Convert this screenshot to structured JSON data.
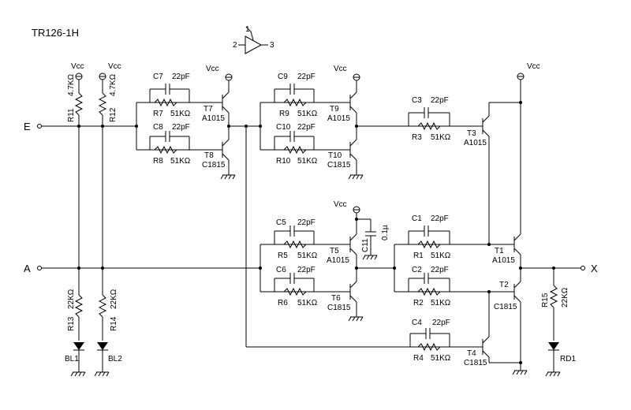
{
  "title": "TR126-1H",
  "symbol_pins": [
    "1",
    "2",
    "3"
  ],
  "ports": {
    "e": "E",
    "a": "A",
    "x": "X"
  },
  "vcc": "Vcc",
  "resistors": {
    "r11": {
      "name": "R11",
      "value": "4.7KΩ"
    },
    "r12": {
      "name": "R12",
      "value": "4.7KΩ"
    },
    "r13": {
      "name": "R13",
      "value": "22KΩ"
    },
    "r14": {
      "name": "R14",
      "value": "22KΩ"
    },
    "r7": {
      "name": "R7",
      "value": "51KΩ"
    },
    "r8": {
      "name": "R8",
      "value": "51KΩ"
    },
    "r9": {
      "name": "R9",
      "value": "51KΩ"
    },
    "r10": {
      "name": "R10",
      "value": "51KΩ"
    },
    "r3": {
      "name": "R3",
      "value": "51KΩ"
    },
    "r5": {
      "name": "R5",
      "value": "51KΩ"
    },
    "r6": {
      "name": "R6",
      "value": "51KΩ"
    },
    "r1": {
      "name": "R1",
      "value": "51KΩ"
    },
    "r2": {
      "name": "R2",
      "value": "51KΩ"
    },
    "r4": {
      "name": "R4",
      "value": "51KΩ"
    },
    "r15": {
      "name": "R15",
      "value": "22KΩ"
    }
  },
  "capacitors": {
    "c7": {
      "name": "C7",
      "value": "22pF"
    },
    "c8": {
      "name": "C8",
      "value": "22pF"
    },
    "c9": {
      "name": "C9",
      "value": "22pF"
    },
    "c10": {
      "name": "C10",
      "value": "22pF"
    },
    "c3": {
      "name": "C3",
      "value": "22pF"
    },
    "c5": {
      "name": "C5",
      "value": "22pF"
    },
    "c6": {
      "name": "C6",
      "value": "22pF"
    },
    "c1": {
      "name": "C1",
      "value": "22pF"
    },
    "c2": {
      "name": "C2",
      "value": "22pF"
    },
    "c4": {
      "name": "C4",
      "value": "22pF"
    },
    "c11": {
      "name": "C11",
      "value": "0.1µ"
    }
  },
  "transistors": {
    "t7": {
      "name": "T7",
      "part": "A1015"
    },
    "t8": {
      "name": "T8",
      "part": "C1815"
    },
    "t9": {
      "name": "T9",
      "part": "A1015"
    },
    "t10": {
      "name": "T10",
      "part": "C1815"
    },
    "t3": {
      "name": "T3",
      "part": "A1015"
    },
    "t5": {
      "name": "T5",
      "part": "A1015"
    },
    "t6": {
      "name": "T6",
      "part": "C1815"
    },
    "t1": {
      "name": "T1",
      "part": "A1015"
    },
    "t2": {
      "name": "T2",
      "part": "C1815"
    },
    "t4": {
      "name": "T4",
      "part": "C1815"
    }
  },
  "leds": {
    "bl1": "BL1",
    "bl2": "BL2",
    "rd1": "RD1"
  }
}
